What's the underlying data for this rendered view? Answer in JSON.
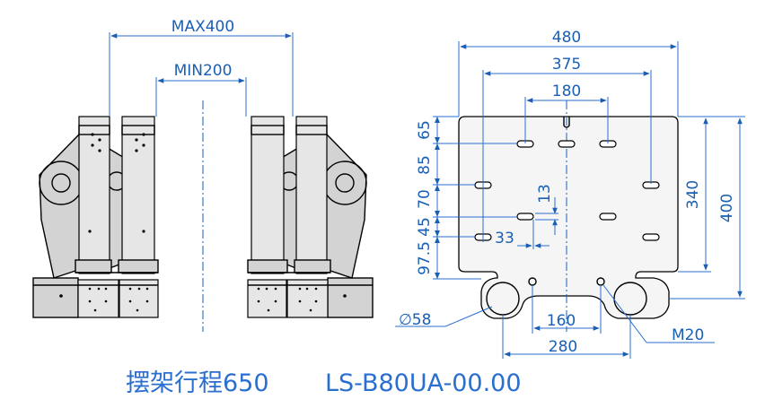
{
  "dimensions": {
    "max_stroke": "MAX400",
    "min_stroke": "MIN200",
    "width_480": "480",
    "width_375": "375",
    "width_180": "180",
    "v_65": "65",
    "v_85": "85",
    "v_70": "70",
    "v_45": "45",
    "v_97_5": "97.5",
    "h_340": "340",
    "h_400": "400",
    "offset_13": "13",
    "offset_33": "33",
    "bottom_160": "160",
    "bottom_280": "280",
    "hole_dia": "∅58",
    "thread": "M20"
  },
  "title_block": {
    "caption": "摆架行程650",
    "part_number": "LS-B80UA-00.00"
  },
  "colors": {
    "dimension": "#1a5fb4",
    "part_fill": "#d3d3d3"
  }
}
